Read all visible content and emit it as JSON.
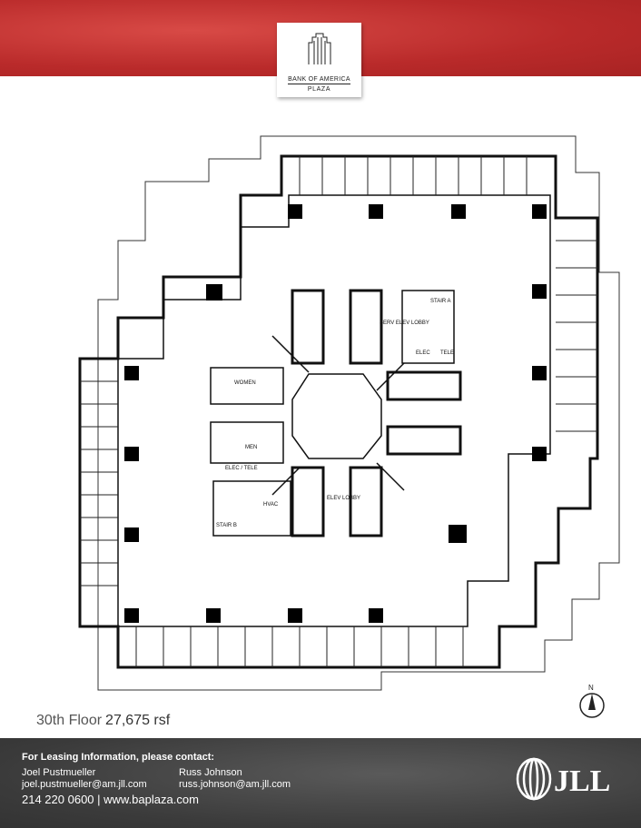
{
  "header": {
    "logo_line1": "BANK OF AMERICA",
    "logo_line2": "PLAZA"
  },
  "plan": {
    "labels": {
      "women": "WOMEN",
      "men": "MEN",
      "elec_tele": "ELEC / TELE",
      "hvac": "HVAC",
      "stair_b": "STAIR B",
      "elev_lobby": "ELEV LOBBY",
      "serv_elev_lobby": "SERV ELEV LOBBY",
      "stair_a": "STAIR A",
      "elec": "ELEC",
      "tele": "TELE"
    },
    "north": "N"
  },
  "floor": {
    "name": "30th Floor",
    "area": "27,675 rsf"
  },
  "footer": {
    "heading": "For Leasing Information, please contact:",
    "contacts": [
      {
        "name": "Joel Pustmueller",
        "email": "joel.pustmueller@am.jll.com"
      },
      {
        "name": "Russ Johnson",
        "email": "russ.johnson@am.jll.com"
      }
    ],
    "phone_web": "214 220 0600  |  www.baplaza.com",
    "brand": "JLL"
  },
  "colors": {
    "banner": "#b92a2a",
    "footer": "#3b3b3b"
  }
}
